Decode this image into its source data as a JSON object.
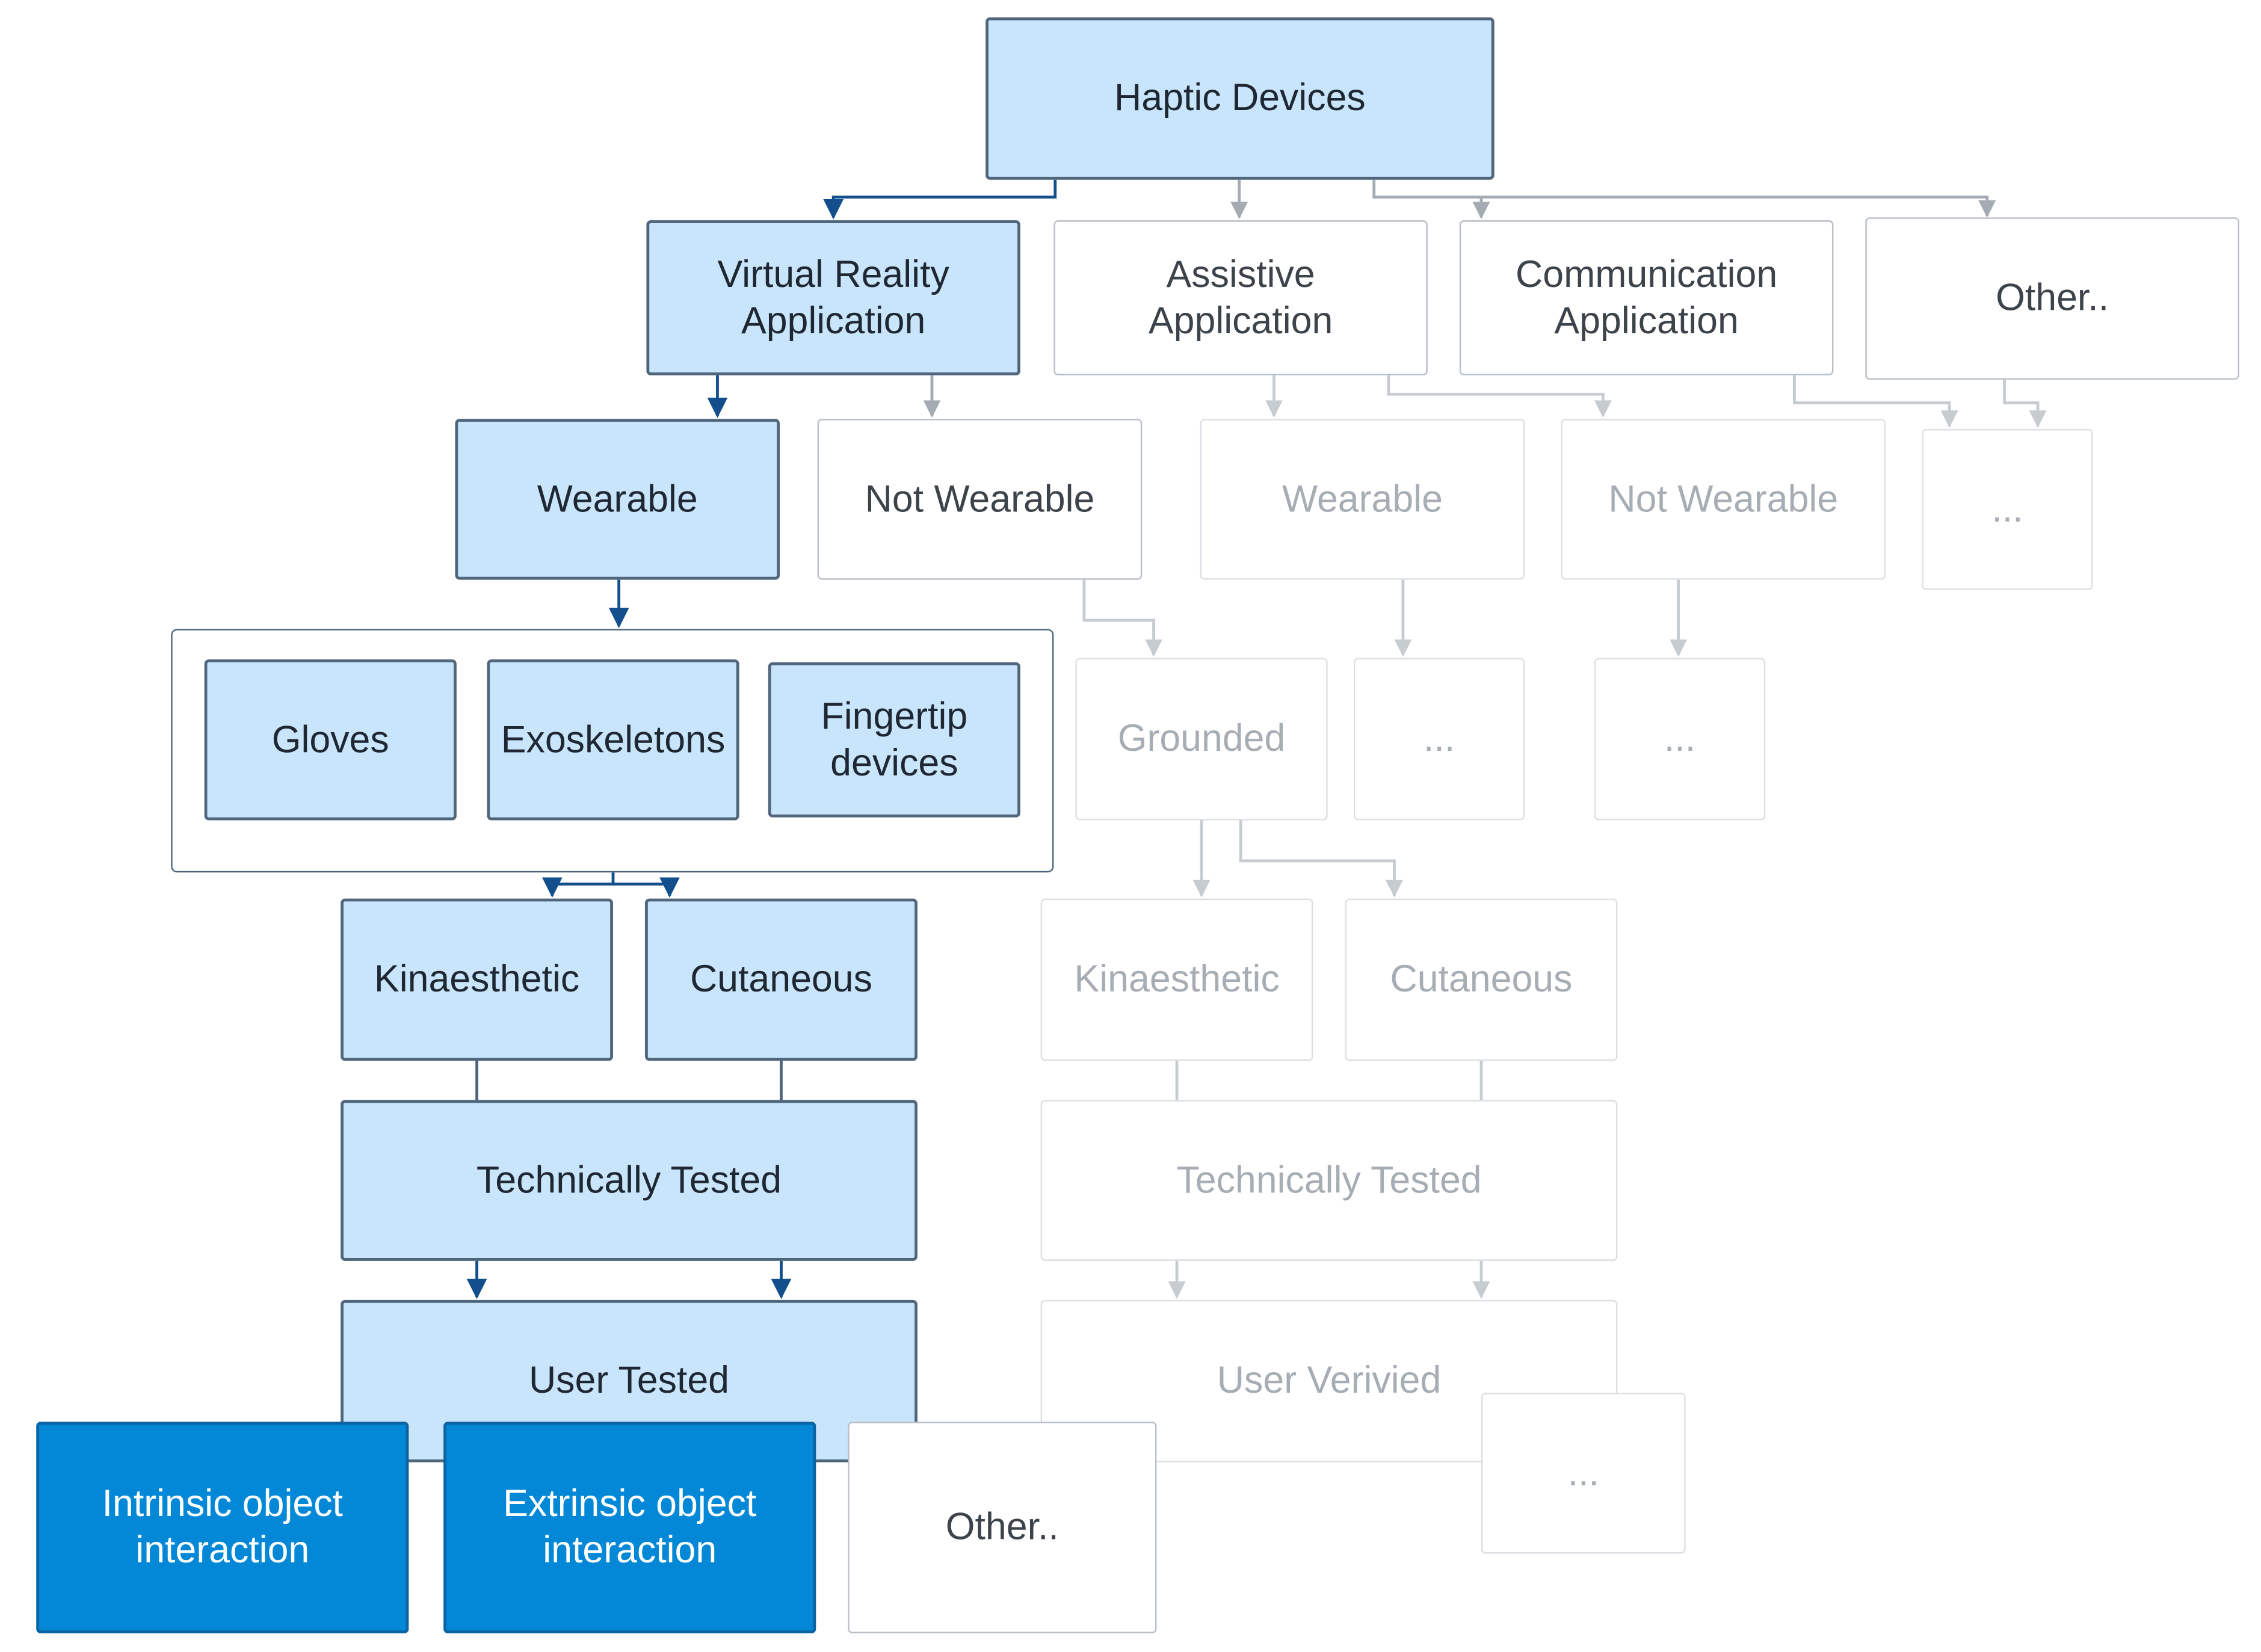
{
  "nodes": {
    "haptic_devices": "Haptic Devices",
    "vr_app": "Virtual Reality\nApplication",
    "assistive_app": "Assistive\nApplication",
    "communication_app": "Communication\nApplication",
    "other_app": "Other..",
    "vr_wearable": "Wearable",
    "vr_not_wearable": "Not Wearable",
    "assistive_wearable": "Wearable",
    "assistive_not_wearable": "Not Wearable",
    "other_app_more": "...",
    "gloves": "Gloves",
    "exoskeletons": "Exoskeletons",
    "fingertip": "Fingertip\ndevices",
    "grounded": "Grounded",
    "assistive_wearable_more": "...",
    "assistive_not_wearable_more": "...",
    "kinaesthetic": "Kinaesthetic",
    "cutaneous": "Cutaneous",
    "grounded_kinaesthetic": "Kinaesthetic",
    "grounded_cutaneous": "Cutaneous",
    "technically_tested": "Technically Tested",
    "grounded_technically_tested": "Technically Tested",
    "user_tested": "User Tested",
    "user_verivied": "User Verivied",
    "intrinsic": "Intrinsic object\ninteraction",
    "extrinsic": "Extrinsic object\ninteraction",
    "other_interaction": "Other..",
    "user_verivied_more": "..."
  },
  "colors": {
    "highlight_fill": "#c9e5fb",
    "highlight_border": "#50667c",
    "strong_fill": "#0288d6",
    "strong_text": "#ffffff",
    "path_arrow": "#134f8c",
    "plain_arrow": "#a4abb3",
    "faded_arrow": "#c7ccd1"
  }
}
